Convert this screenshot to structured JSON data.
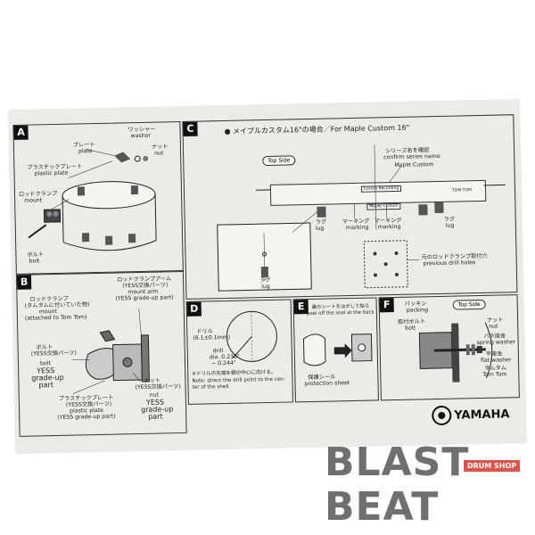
{
  "panel_a": {
    "label": "A",
    "washer_ja": "ワッシャー",
    "washer_en": "washer",
    "plate_ja": "プレート",
    "plate_en": "plate",
    "nut_ja": "ナット",
    "nut_en": "nut",
    "plastic_plate_ja": "プラスチックプレート",
    "plastic_plate_en": "plastic plate",
    "rod_clamp_ja": "ロッドクランプ",
    "rod_clamp_en": "mount",
    "bolt_ja": "ボルト",
    "bolt_en": "bolt"
  },
  "panel_b": {
    "label": "B",
    "rod_clamp_ja": "ロッドクランプ",
    "rod_clamp_ja2": "(タムタムに付いていた物)",
    "mount_en": "mount",
    "mount_en2": "(attached to Tom Tom)",
    "arm_ja": "ロッドクランプアーム",
    "arm_ja2": "(YESS交換パーツ)",
    "arm_en": "mount arm",
    "arm_en2": "(YESS grade-up part)",
    "bolt_ja": "ボルト",
    "bolt_ja2": "(YESS交換パーツ)",
    "bolt_en": "bolt",
    "bolt_yess": "YESS",
    "bolt_grade": "grade-up",
    "bolt_part": "part",
    "nut_ja": "ナット",
    "nut_ja2": "(YESS交換パーツ)",
    "nut_en": "nut",
    "nut_yess": "YESS",
    "nut_grade": "grade-up",
    "nut_part": "part",
    "plastic_ja": "プラスチックプレート",
    "plastic_ja2": "(YESS交換パーツ)",
    "plastic_en": "plastic plate",
    "plastic_en2": "(YESS grade-up part)"
  },
  "panel_c": {
    "label": "C",
    "title": "● メイプルカスタム16\"の場合／For Maple Custom 16\"",
    "top_side": "Top Side",
    "series_ja": "シリーズ名を確認",
    "series_en1": "confirm series name",
    "maple_custom": "Maple Custom",
    "marking_ja1": "マーキング",
    "marking_en1": "marking",
    "marking_ja2": "マーキング",
    "marking_en2": "marking",
    "lug_ja1": "ラグ",
    "lug_en1": "lug",
    "lug_ja2": "ラグ",
    "lug_en2": "lug",
    "lug_ja3": "ラグ",
    "lug_en3": "lug",
    "holes_ja": "元のロッドクランプ取付穴",
    "holes_en": "previous drill holes",
    "tag_left": "Luxury Recording",
    "tag_right": "TOM TOM"
  },
  "panel_d": {
    "label": "D",
    "drill_ja": "ドリル",
    "drill_dim_ja": "(6.1±0.1mm)",
    "drill_en": "drill",
    "drill_dim_en": "dia. 0.236\"",
    "drill_dim_en2": "~ 0.244\"",
    "note_ja": "※ドリルの先端を鋼の中心に向ける。",
    "note_en": "Note: direct the drill point to the cen-",
    "note_en2": "ter of the shell."
  },
  "panel_e": {
    "label": "E",
    "peel_ja": "裏のシートをはがして貼る",
    "peel_en": "peel off the seal at the back",
    "sheet_ja": "保護シール",
    "sheet_en": "protection sheet"
  },
  "panel_f": {
    "label": "F",
    "packing_ja": "パッキン",
    "packing_en": "packing",
    "top_side": "Top Side",
    "bolt_ja": "取付ボルト",
    "bolt_en": "bolt",
    "nut_ja": "ナット",
    "nut_en": "nut",
    "spring_ja": "バネ座金",
    "spring_en": "spring washer",
    "flat_ja": "平座金",
    "flat_en": "flat washer",
    "tom_ja": "タムタム",
    "tom_en": "Tom Tom"
  },
  "brand": {
    "yamaha": "YAMAHA",
    "blast": "BLAST",
    "beat": "BEAT",
    "drum_shop": "DRUM SHOP"
  },
  "colors": {
    "paper": "#ecebe6",
    "ink": "#222222",
    "brand_gray": "#6f6f70",
    "brand_red": "#e0534a"
  }
}
